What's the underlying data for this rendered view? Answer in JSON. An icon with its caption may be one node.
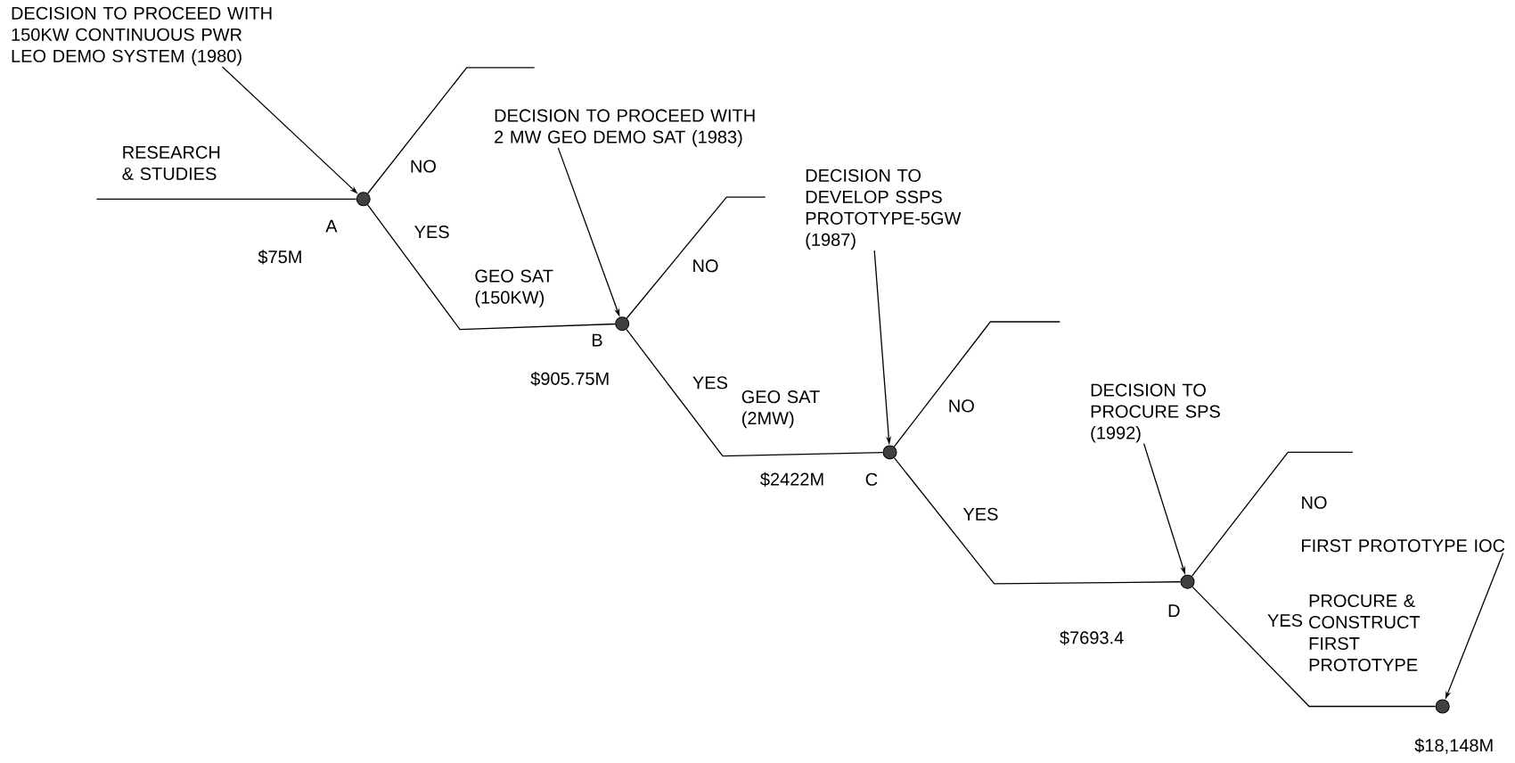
{
  "diagram": {
    "nodes": [
      {
        "text": [
          "DECISION TO PROCEED WITH 150KW CONTINUOUS PWR LEO DEMO SYSTEM (1980)"
        ]
      },
      {
        "text": [],
        "shape": "circle",
        "beside": [
          "A",
          "$75M"
        ]
      },
      {
        "text": [
          "DECISION TO PROCEED WITH 2 MW GEO DEMO SAT (1983)"
        ]
      },
      {
        "text": [],
        "shape": "circle",
        "beside": [
          "B",
          "$905.75M"
        ]
      },
      {
        "text": [
          "DECISION TO DEVELOP SSPS PROTOTYPE-5GW (1987)"
        ]
      },
      {
        "text": [],
        "shape": "circle",
        "beside": [
          "C",
          "$2422M"
        ]
      },
      {
        "text": [
          "DECISION TO PROCURE SPS (1992)"
        ]
      },
      {
        "text": [],
        "shape": "circle",
        "beside": [
          "D",
          "$7693.4"
        ]
      },
      {
        "text": [
          "FIRST PROTOTYPE IOC"
        ]
      },
      {
        "text": [],
        "shape": "circle",
        "beside": [
          "$18,148M"
        ]
      }
    ],
    "edges": [
      {
        "from": 0,
        "to": 1,
        "arrow": "to"
      },
      {
        "from": null,
        "to": 1,
        "arrow": "none",
        "label": "RESEARCH & STUDIES"
      },
      {
        "from": 1,
        "to": null,
        "arrow": "none",
        "label": "NO"
      },
      {
        "from": 1,
        "to": 3,
        "arrow": "none",
        "label": "YES"
      },
      {
        "from": 2,
        "to": 3,
        "arrow": "to"
      },
      {
        "from": 3,
        "to": null,
        "arrow": "none",
        "label": "NO"
      },
      {
        "from": 3,
        "to": 5,
        "arrow": "none",
        "label": "YES"
      },
      {
        "from": 4,
        "to": 5,
        "arrow": "to"
      },
      {
        "from": 5,
        "to": null,
        "arrow": "none",
        "label": "NO"
      },
      {
        "from": 5,
        "to": 7,
        "arrow": "none",
        "label": "YES"
      },
      {
        "from": 6,
        "to": 7,
        "arrow": "to"
      },
      {
        "from": 7,
        "to": null,
        "arrow": "none",
        "label": "NO"
      },
      {
        "from": 7,
        "to": 9,
        "arrow": "none",
        "label": "YES"
      },
      {
        "from": 8,
        "to": 9,
        "arrow": "to"
      }
    ],
    "labels": [
      "GEO SAT (150KW)",
      "GEO SAT (2MW)",
      "PROCURE & CONSTRUCT FIRST PROTOTYPE"
    ]
  }
}
